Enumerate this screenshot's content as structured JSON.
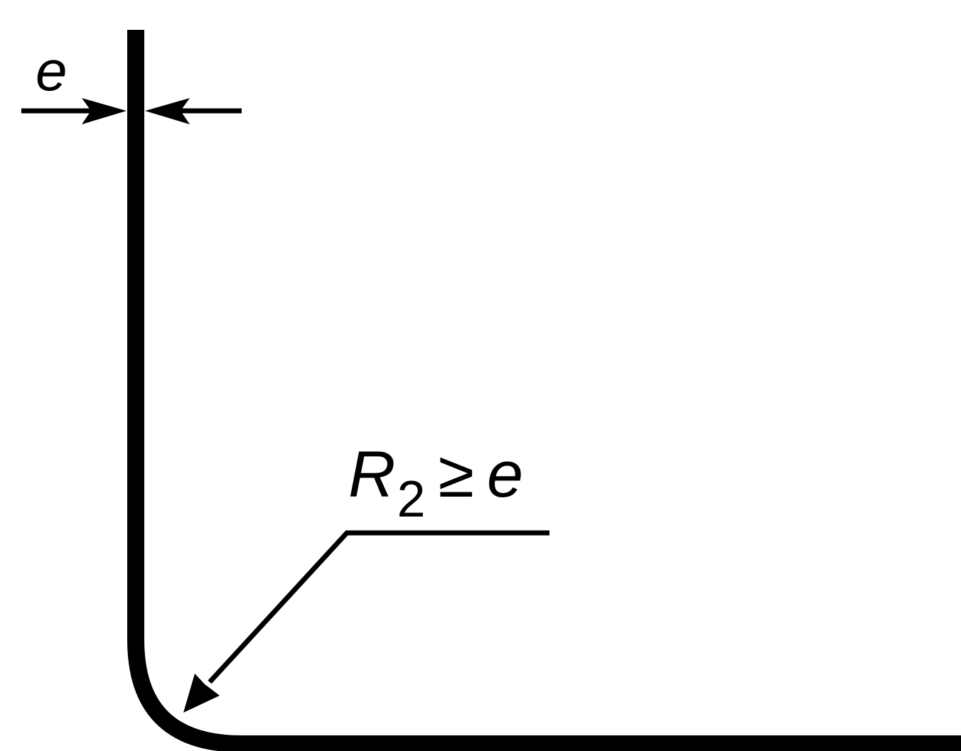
{
  "labels": {
    "thickness": "e",
    "radius_symbol": "R",
    "radius_subscript": "2",
    "radius_operator": "≥",
    "radius_rhs": "e"
  },
  "colors": {
    "stroke": "#000000",
    "background": "#ffffff"
  }
}
